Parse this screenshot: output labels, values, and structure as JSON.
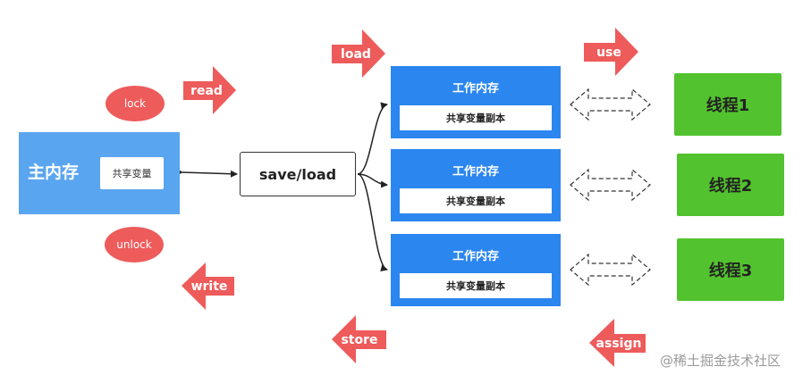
{
  "main_memory": {
    "title": "主内存",
    "shared_var": "共享变量"
  },
  "save_load": "save/load",
  "working_memory": [
    {
      "title": "工作内存",
      "copy": "共享变量副本"
    },
    {
      "title": "工作内存",
      "copy": "共享变量副本"
    },
    {
      "title": "工作内存",
      "copy": "共享变量副本"
    }
  ],
  "threads": [
    "线程1",
    "线程2",
    "线程3"
  ],
  "ops": {
    "lock": "lock",
    "unlock": "unlock",
    "read": "read",
    "write": "write",
    "load": "load",
    "store": "store",
    "use": "use",
    "assign": "assign"
  },
  "watermark": "@稀土掘金技术社区",
  "colors": {
    "main_memory": "#5aa5f0",
    "working_memory": "#2b86ef",
    "thread": "#52c22e",
    "operation": "#ee5b5b"
  }
}
